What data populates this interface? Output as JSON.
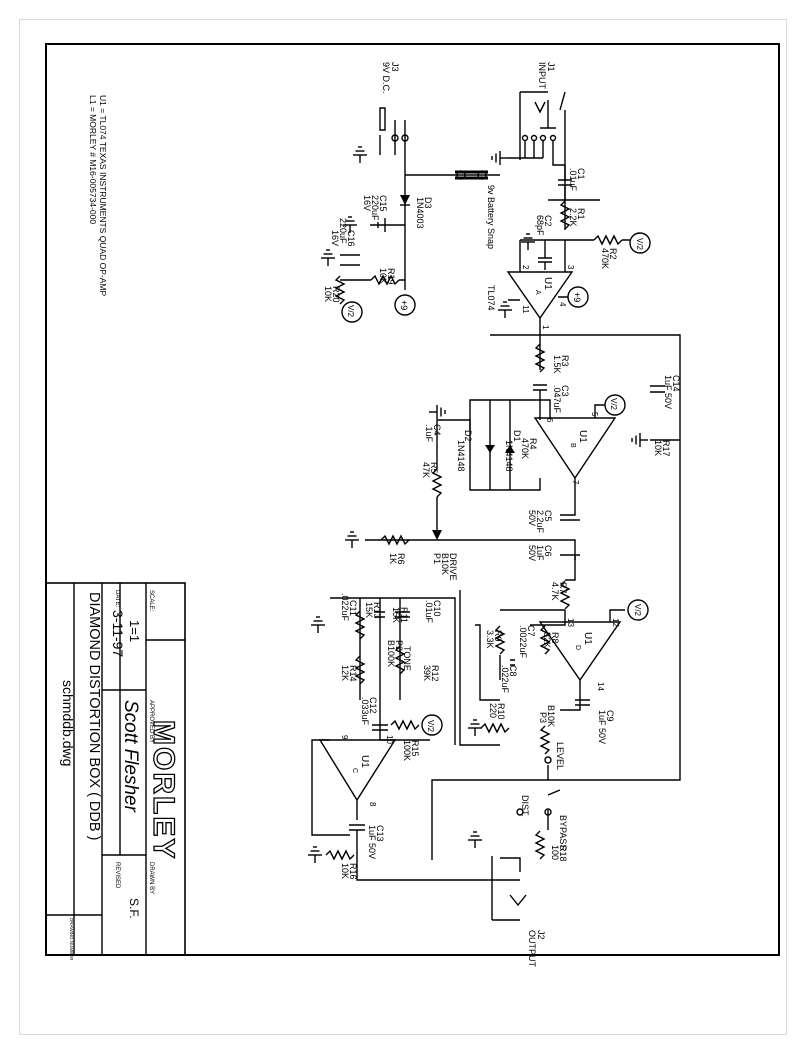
{
  "notes": {
    "u1": "U1 = TL074 TEXAS INSTRUMENTS QUAD OP-AMP",
    "l1": "L1 = MORLEY # M16-005734-000"
  },
  "title_block": {
    "brand": "MORLEY",
    "scale_label": "SCALE:",
    "scale_value": "1=1",
    "approved_label": "APPROVED BY",
    "approved_value": "Scott Flesher",
    "drawn_label": "DRAWN BY",
    "drawn_value": "S.F.",
    "date_label": "DATE:",
    "date_value": "3-11-97",
    "revised_label": "REVISED",
    "title": "DIAMOND DISTORTION BOX ( DDB )",
    "filename": "schmddb.dwg",
    "drawing_number_label": "DRAWING NUMBER"
  },
  "jacks": {
    "j1": {
      "ref": "J1",
      "name": "INPUT"
    },
    "j2": {
      "ref": "J2",
      "name": "OUTPUT"
    },
    "j3": {
      "ref": "J3",
      "name": "9V D.C."
    }
  },
  "battery": "9v Battery Snap",
  "opamp": "TL074",
  "switch": {
    "bypass": "BYPASS",
    "dist": "DIST."
  },
  "nets": {
    "half": "V/2",
    "plus9": "+9"
  },
  "opamp_units": {
    "a": {
      "name": "U1",
      "sub": "A",
      "pins": [
        "2",
        "3",
        "1"
      ]
    },
    "b": {
      "name": "U1",
      "sub": "B",
      "pins": [
        "6",
        "5",
        "7"
      ]
    },
    "c": {
      "name": "U1",
      "sub": "C",
      "pins": [
        "9",
        "10",
        "8"
      ]
    },
    "d": {
      "name": "U1",
      "sub": "D",
      "pins": [
        "13",
        "12",
        "14"
      ]
    }
  },
  "power_pins": {
    "p4": "4",
    "p11": "11"
  },
  "components": {
    "C1": {
      "ref": "C1",
      "val": ".01uF"
    },
    "R1": {
      "ref": "R1",
      "val": "2.2K"
    },
    "C2": {
      "ref": "C2",
      "val": "68pF"
    },
    "R2": {
      "ref": "R2",
      "val": "470K"
    },
    "D3": {
      "ref": "D3",
      "val": "1N4003"
    },
    "C15": {
      "ref": "C15",
      "val": "220uF",
      "rating": "16V"
    },
    "C16": {
      "ref": "C16",
      "val": "220uF",
      "rating": "16V"
    },
    "R19": {
      "ref": "R19",
      "val": "10K"
    },
    "R20": {
      "ref": "R20",
      "val": "10K"
    },
    "R3": {
      "ref": "R3",
      "val": "1.5K"
    },
    "C3": {
      "ref": "C3",
      "val": ".047uF"
    },
    "C4": {
      "ref": "C4",
      "val": ".1uF"
    },
    "D2": {
      "ref": "D2",
      "val": "1N4148"
    },
    "D1": {
      "ref": "D1",
      "val": "1N4148"
    },
    "R4": {
      "ref": "R4",
      "val": "470K"
    },
    "R5": {
      "ref": "R5",
      "val": "47K"
    },
    "C14": {
      "ref": "C14",
      "val": "1uF 50V"
    },
    "R17": {
      "ref": "R17",
      "val": "10K"
    },
    "C5": {
      "ref": "C5",
      "val": "2.2uF",
      "rating": "50V"
    },
    "C6": {
      "ref": "C6",
      "val": "1uF",
      "rating": "50V"
    },
    "P1": {
      "ref": "P1",
      "val": "B10K",
      "name": "DRIVE"
    },
    "R6": {
      "ref": "R6",
      "val": "1K"
    },
    "R7": {
      "ref": "R7",
      "val": "4.7K"
    },
    "R8": {
      "ref": "R8",
      "val": "82K"
    },
    "C7": {
      "ref": "C7",
      "val": ".0022uF"
    },
    "R9": {
      "ref": "R9",
      "val": "3.3K"
    },
    "C8": {
      "ref": "C8",
      "val": ".022uF"
    },
    "C9": {
      "ref": "C9",
      "val": "1uF 50V"
    },
    "P3": {
      "ref": "P3",
      "val": "B10K",
      "name": "LEVEL"
    },
    "R10": {
      "ref": "R10",
      "val": "220"
    },
    "C10": {
      "ref": "C10",
      "val": ".01uF"
    },
    "R11": {
      "ref": "R11",
      "val": "15K"
    },
    "R13": {
      "ref": "R13",
      "val": "15K"
    },
    "C11": {
      "ref": "C11",
      "val": ".022uF"
    },
    "R12": {
      "ref": "R12",
      "val": "39K"
    },
    "P2": {
      "ref": "P2",
      "val": "B100K",
      "name": "TONE"
    },
    "R14": {
      "ref": "R14",
      "val": "12K"
    },
    "C12": {
      "ref": "C12",
      "val": ".033uF"
    },
    "R15": {
      "ref": "R15",
      "val": "100K"
    },
    "C13": {
      "ref": "C13",
      "val": "1uF 50V"
    },
    "R16": {
      "ref": "R16",
      "val": "10K"
    },
    "R18": {
      "ref": "R18",
      "val": "100"
    }
  }
}
